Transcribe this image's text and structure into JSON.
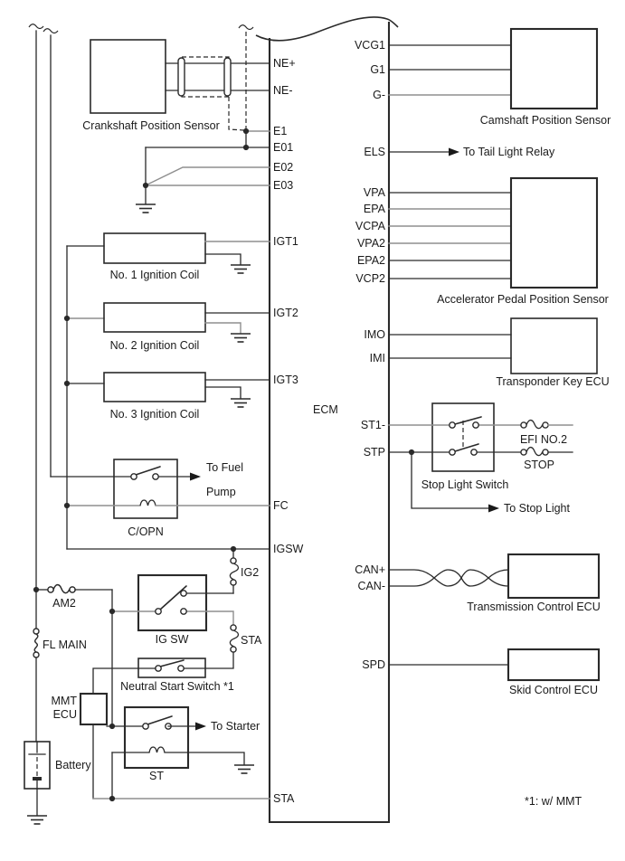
{
  "ecm": {
    "label": "ECM",
    "left_pins": [
      "NE+",
      "NE-",
      "E1",
      "E01",
      "E02",
      "E03",
      "IGT1",
      "IGT2",
      "IGT3",
      "FC",
      "IGSW",
      "STA"
    ],
    "right_pins": [
      "VCG1",
      "G1",
      "G-",
      "ELS",
      "VPA",
      "EPA",
      "VCPA",
      "VPA2",
      "EPA2",
      "VCP2",
      "IMO",
      "IMI",
      "ST1-",
      "STP",
      "CAN+",
      "CAN-",
      "SPD"
    ]
  },
  "components": {
    "crankshaft_sensor": "Crankshaft Position Sensor",
    "camshaft_sensor": "Camshaft Position Sensor",
    "accel_sensor": "Accelerator Pedal Position Sensor",
    "transponder": "Transponder Key ECU",
    "stop_light_switch": "Stop Light Switch",
    "transmission_ecu": "Transmission Control ECU",
    "skid_ecu": "Skid Control ECU",
    "coil1": "No. 1 Ignition Coil",
    "coil2": "No. 2 Ignition Coil",
    "coil3": "No. 3 Ignition Coil",
    "copn_relay": "C/OPN",
    "ig_switch": "IG SW",
    "neutral_start_switch": "Neutral Start Switch *1",
    "mmt_ecu_line1": "MMT",
    "mmt_ecu_line2": "ECU",
    "st_relay": "ST",
    "battery": "Battery"
  },
  "fuses": {
    "am2": "AM2",
    "ig2": "IG2",
    "sta": "STA",
    "efi_no2": "EFI NO.2",
    "stop": "STOP",
    "fl_main": "FL MAIN"
  },
  "annotations": {
    "to_tail_light_relay": "To Tail Light Relay",
    "to_stop_light": "To Stop Light",
    "to_fuel_line1": "To Fuel",
    "to_fuel_line2": "Pump",
    "to_starter": "To Starter",
    "footnote": "*1: w/ MMT"
  },
  "colors": {
    "line": "#2a2a2a",
    "line_gray": "#8f8f8f",
    "background": "#ffffff"
  }
}
